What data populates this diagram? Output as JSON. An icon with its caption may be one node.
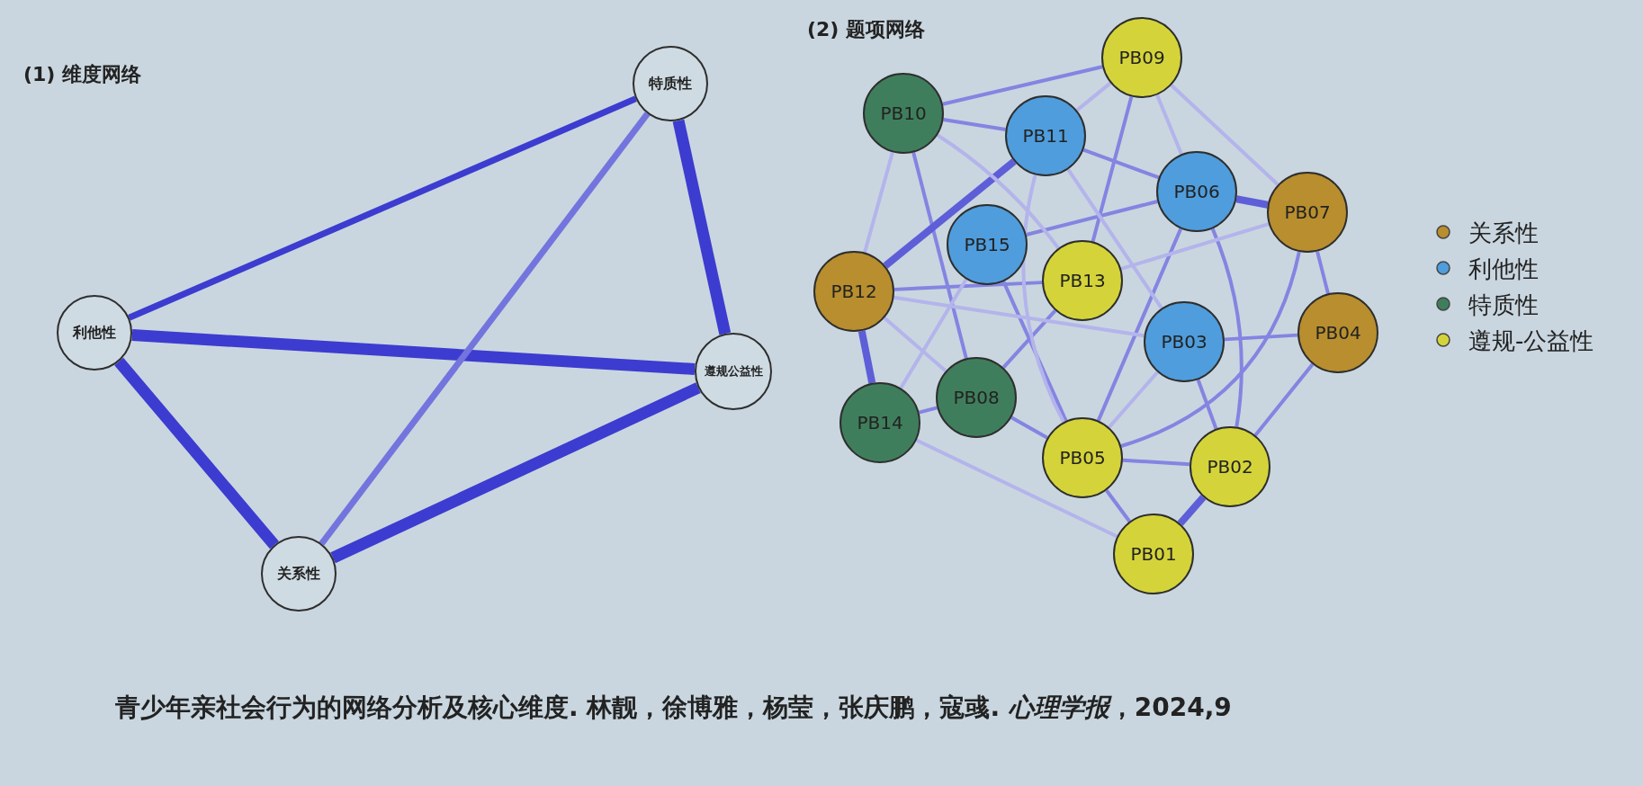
{
  "diagram": {
    "caption": "青少年亲社会行为的网络分析及核心维度. 林靓，徐博雅，杨莹，张庆鹏，寇彧. *心理学报*，2024,9",
    "nodes": [
      {
        "text": [
          "特质性"
        ]
      },
      {
        "text": [
          "利他性"
        ]
      },
      {
        "text": [
          "遵规公益性"
        ]
      },
      {
        "text": [
          "关系性"
        ]
      },
      {
        "text": [
          "PB09"
        ]
      },
      {
        "text": [
          "PB10"
        ]
      },
      {
        "text": [
          "PB11"
        ]
      },
      {
        "text": [
          "PB06"
        ]
      },
      {
        "text": [
          "PB07"
        ]
      },
      {
        "text": [
          "PB15"
        ]
      },
      {
        "text": [
          "PB13"
        ]
      },
      {
        "text": [
          "PB12"
        ]
      },
      {
        "text": [
          "PB03"
        ]
      },
      {
        "text": [
          "PB04"
        ]
      },
      {
        "text": [
          "PB08"
        ]
      },
      {
        "text": [
          "PB14"
        ]
      },
      {
        "text": [
          "PB05"
        ]
      },
      {
        "text": [
          "PB02"
        ]
      },
      {
        "text": [
          "PB01"
        ]
      }
    ],
    "edges": [
      {
        "from": 1,
        "to": 0,
        "arrow": "none",
        "color": "#3c3cd0"
      },
      {
        "from": 1,
        "to": 2,
        "arrow": "none",
        "style": "thick",
        "color": "#3c3cd0"
      },
      {
        "from": 1,
        "to": 3,
        "arrow": "none",
        "style": "thick",
        "color": "#3c3cd0"
      },
      {
        "from": 3,
        "to": 2,
        "arrow": "none",
        "style": "thick",
        "color": "#3c3cd0"
      },
      {
        "from": 0,
        "to": 2,
        "arrow": "none",
        "style": "thick",
        "color": "#3c3cd0"
      },
      {
        "from": 0,
        "to": 3,
        "arrow": "none",
        "color": "#7474de"
      },
      {
        "from": 4,
        "to": 5,
        "arrow": "none"
      },
      {
        "from": 5,
        "to": 6,
        "arrow": "none"
      },
      {
        "from": 6,
        "to": 7,
        "arrow": "none"
      },
      {
        "from": 8,
        "to": 13,
        "arrow": "none"
      },
      {
        "from": 12,
        "to": 13,
        "arrow": "none"
      },
      {
        "from": 11,
        "to": 10,
        "arrow": "none"
      },
      {
        "from": 15,
        "to": 14,
        "arrow": "none"
      },
      {
        "from": 14,
        "to": 16,
        "arrow": "none"
      },
      {
        "from": 16,
        "to": 17,
        "arrow": "none"
      },
      {
        "from": 16,
        "to": 18,
        "arrow": "none"
      },
      {
        "from": 5,
        "to": 14,
        "arrow": "none"
      },
      {
        "from": 4,
        "to": 10,
        "arrow": "none"
      },
      {
        "from": 7,
        "to": 16,
        "arrow": "none"
      },
      {
        "from": 7,
        "to": 17,
        "arrow": "none"
      },
      {
        "from": 8,
        "to": 16,
        "arrow": "none"
      },
      {
        "from": 9,
        "to": 7,
        "arrow": "none"
      },
      {
        "from": 10,
        "to": 14,
        "arrow": "none"
      },
      {
        "from": 9,
        "to": 16,
        "arrow": "none"
      },
      {
        "from": 13,
        "to": 17,
        "arrow": "none"
      },
      {
        "from": 12,
        "to": 17,
        "arrow": "none"
      },
      {
        "from": 6,
        "to": 11,
        "arrow": "none",
        "style": "thick"
      },
      {
        "from": 7,
        "to": 8,
        "arrow": "none",
        "style": "thick"
      },
      {
        "from": 11,
        "to": 15,
        "arrow": "none",
        "style": "thick"
      },
      {
        "from": 17,
        "to": 18,
        "arrow": "none",
        "style": "thick"
      },
      {
        "from": 15,
        "to": 18,
        "arrow": "none",
        "color": "#b4b4ec"
      },
      {
        "from": 10,
        "to": 8,
        "arrow": "none",
        "color": "#b4b4ec"
      },
      {
        "from": 4,
        "to": 7,
        "arrow": "none",
        "color": "#b4b4ec"
      },
      {
        "from": 4,
        "to": 8,
        "arrow": "none",
        "color": "#b4b4ec"
      },
      {
        "from": 4,
        "to": 6,
        "arrow": "none",
        "color": "#b4b4ec"
      },
      {
        "from": 5,
        "to": 10,
        "arrow": "none",
        "color": "#b4b4ec"
      },
      {
        "from": 5,
        "to": 11,
        "arrow": "none",
        "color": "#b4b4ec"
      },
      {
        "from": 11,
        "to": 14,
        "arrow": "none",
        "color": "#b4b4ec"
      },
      {
        "from": 11,
        "to": 12,
        "arrow": "none",
        "color": "#b4b4ec"
      },
      {
        "from": 15,
        "to": 9,
        "arrow": "none",
        "color": "#b4b4ec"
      },
      {
        "from": 12,
        "to": 16,
        "arrow": "none",
        "color": "#b4b4ec"
      },
      {
        "from": 6,
        "to": 12,
        "arrow": "none",
        "color": "#b4b4ec"
      },
      {
        "from": 6,
        "to": 16,
        "arrow": "none",
        "color": "#b4b4ec"
      }
    ],
    "labels": [
      "(1) 维度网络",
      "(2) 题项网络"
    ],
    "legend": [
      {
        "text": "关系性",
        "color": "#b88e2e"
      },
      {
        "text": "利他性",
        "color": "#4f9ddc"
      },
      {
        "text": "特质性",
        "color": "#3f7e5c"
      },
      {
        "text": "遵规-公益性",
        "color": "#d4d43a"
      }
    ]
  }
}
